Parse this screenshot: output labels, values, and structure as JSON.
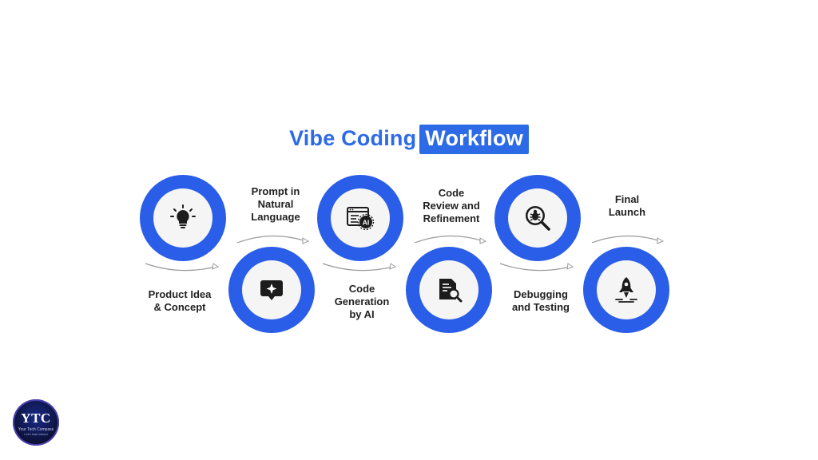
{
  "title": {
    "part1": "Vibe Coding",
    "part2": "Workflow"
  },
  "steps": [
    {
      "label_l1": "Product Idea",
      "label_l2": "& Concept",
      "label_l3": "",
      "icon": "lightbulb-icon"
    },
    {
      "label_l1": "Prompt in",
      "label_l2": "Natural",
      "label_l3": "Language",
      "icon": "chat-sparkle-icon"
    },
    {
      "label_l1": "Code",
      "label_l2": "Generation",
      "label_l3": "by AI",
      "icon": "ai-code-window-icon"
    },
    {
      "label_l1": "Code",
      "label_l2": "Review and",
      "label_l3": "Refinement",
      "icon": "document-search-icon"
    },
    {
      "label_l1": "Debugging",
      "label_l2": "and Testing",
      "label_l3": "",
      "icon": "bug-search-icon"
    },
    {
      "label_l1": "Final",
      "label_l2": "Launch",
      "label_l3": "",
      "icon": "rocket-icon"
    }
  ],
  "logo": {
    "text": "YTC",
    "tagline": "Your Tech Compass",
    "subline": "Let's lead ahead"
  },
  "colors": {
    "accent": "#2a5ee8",
    "title": "#2d6be6",
    "text": "#222222",
    "arrow": "#9a9a9a"
  }
}
